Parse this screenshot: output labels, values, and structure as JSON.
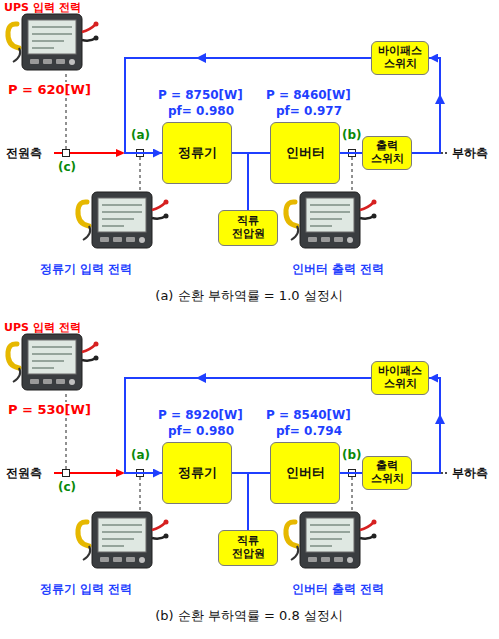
{
  "diagram": {
    "nodes": [
      {
        "text": [
          "바이패스 스위치"
        ]
      },
      {
        "text": [
          "정류기"
        ]
      },
      {
        "text": [
          "인버터"
        ]
      },
      {
        "text": [
          "출력 스위치"
        ]
      },
      {
        "text": [
          "직류 전압원"
        ]
      },
      {
        "text": [
          "바이패스 스위치"
        ]
      },
      {
        "text": [
          "정류기"
        ]
      },
      {
        "text": [
          "인버터"
        ]
      },
      {
        "text": [
          "출력 스위치"
        ]
      },
      {
        "text": [
          "직류 전압원"
        ]
      }
    ],
    "edges": [
      {
        "from": 1,
        "to": 2,
        "arrow": "none"
      },
      {
        "from": 4,
        "to": 2,
        "arrow": "none"
      },
      {
        "from": 2,
        "to": 3,
        "arrow": "none"
      },
      {
        "from": 3,
        "to": 0,
        "arrow": "to"
      },
      {
        "from": 0,
        "to": 1,
        "arrow": "to"
      },
      {
        "from": 6,
        "to": 7,
        "arrow": "none"
      },
      {
        "from": 9,
        "to": 7,
        "arrow": "none"
      },
      {
        "from": 7,
        "to": 8,
        "arrow": "none"
      },
      {
        "from": 8,
        "to": 5,
        "arrow": "to"
      },
      {
        "from": 5,
        "to": 6,
        "arrow": "to"
      }
    ],
    "labels": [
      "UPS 입력 전력",
      "P = 620[W]",
      "전원측",
      "(c)",
      "(a)",
      "P = 8750[W]",
      "pf= 0.980",
      "P = 8460[W]",
      "pf= 0.977",
      "(b)",
      "부하측",
      "정류기 입력 전력",
      "인버터 출력 전력",
      "(a) 순환 부하역률 = 1.0 설정시",
      "UPS 입력 전력",
      "P = 530[W]",
      "전원측",
      "(c)",
      "(a)",
      "P = 8920[W]",
      "pf= 0.980",
      "P = 8540[W]",
      "pf= 0.794",
      "(b)",
      "부하측",
      "정류기 입력 전력",
      "인버터 출력 전력",
      "(b) 순환 부하역률 = 0.8 설정시"
    ]
  }
}
